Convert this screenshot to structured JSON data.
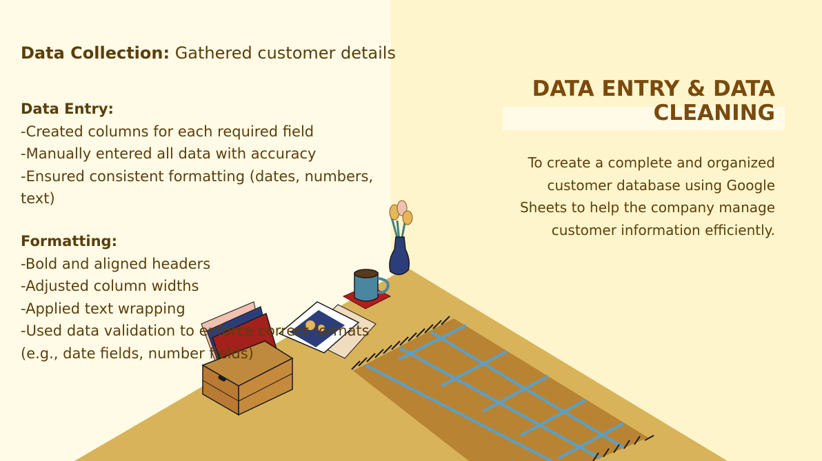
{
  "colors": {
    "left_bg": "#fffbe6",
    "right_bg": "#fff5cc",
    "floor": "#d8b35a",
    "rug": "#b88434",
    "rug_lines": "#5aa0c8",
    "text": "#5a3e0c",
    "title": "#7a4a0d"
  },
  "left": {
    "collection_label": "Data Collection:",
    "collection_text": " Gathered customer details",
    "entry_heading": "Data Entry:",
    "entry_items": [
      " -Created columns for each required field",
      " -Manually entered all data with accuracy",
      " -Ensured consistent formatting (dates, numbers,",
      "text)"
    ],
    "format_heading": "Formatting:",
    "format_items": [
      " -Bold and aligned headers",
      " -Adjusted column widths",
      " -Applied text wrapping",
      " -Used data validation to enforce correct formats",
      "(e.g., date fields, number fields)"
    ]
  },
  "right": {
    "title_line1": "DATA ENTRY & DATA",
    "title_line2": "CLEANING",
    "desc_lines": [
      "To create a complete and organized",
      "customer database using Google",
      "Sheets to help the company manage",
      "customer information efficiently."
    ]
  },
  "icons": [
    "tulip-vase-icon",
    "coffee-mug-icon",
    "book-crate-icon",
    "book-stack-icon",
    "tasseled-rug-icon"
  ]
}
